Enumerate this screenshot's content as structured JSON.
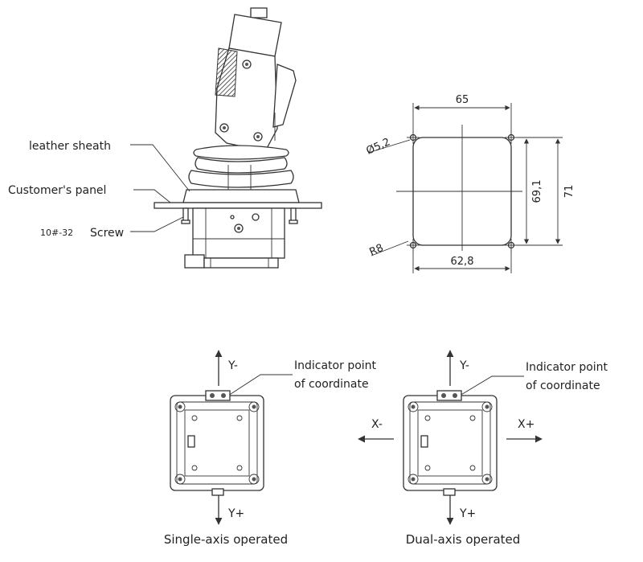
{
  "side_view": {
    "label_leather": "leather sheath",
    "label_panel": "Customer's panel",
    "label_screw_spec": "10#-32",
    "label_screw": "Screw"
  },
  "flange_view": {
    "dim_top": "65",
    "dim_bottom": "62,8",
    "dim_inner_height": "69,1",
    "dim_outer_height": "71",
    "dim_hole": "Ø5,2",
    "dim_radius": "R8"
  },
  "single_axis": {
    "y_minus": "Y-",
    "y_plus": "Y+",
    "indicator_line1": "Indicator point",
    "indicator_line2": "of coordinate",
    "caption": "Single-axis operated"
  },
  "dual_axis": {
    "y_minus": "Y-",
    "y_plus": "Y+",
    "x_minus": "X-",
    "x_plus": "X+",
    "indicator_line1": "Indicator point",
    "indicator_line2": "of coordinate",
    "caption": "Dual-axis operated"
  }
}
